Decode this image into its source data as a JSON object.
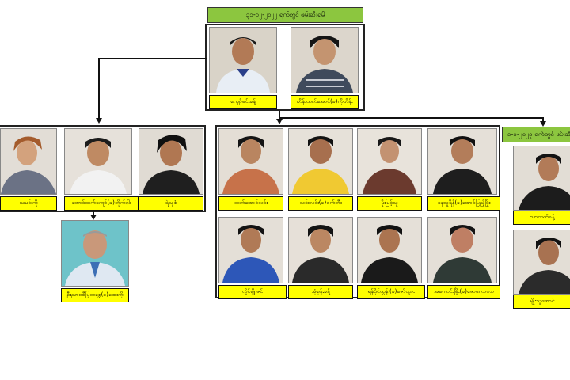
{
  "top_header": "၃၁-၁၂-၂၀၂၂ ရက်တွင် ဖမ်းဆီးရမိ",
  "right_header": "၁-၁-၂၀၂၃ ရက်တွင် ဖမ်းဆီး",
  "people": {
    "top1": "ကျော်မင်းခန့်",
    "top2": "ဟိန်းထက်အောင်(ခ)ကိုဟိန်း",
    "l1": "ယမင်းကို",
    "l2": "အောင်ထက်ကျော်(ခ)တိုက်ဂါး",
    "l3": "ရဲသူစံ",
    "l4": "ဦးညားအီပြုတစ္ဆေ(ခ)အေးကို",
    "m1": "ထက်အောင်လင်း",
    "m2": "လင်းလင်း(ခ)ဖက်တီး",
    "m3": "မိုးမြင့်သူ",
    "m4": "နေသူရိန်(ခ)အောင်ပြည့်ဖြိုး",
    "m5": "လှိုင်မျိုးဇင်",
    "m6": "အုံစုန်းခန့်",
    "m7": "ရန်ပိုင်ထွန်း(ခ)ဇော်ထွား",
    "m8": "အကောင်းမြိုး(ခ)ဇောကောကာ",
    "r1": "သာထက်ခန့်",
    "r2": "မျိုးသူအောင်"
  },
  "colors": {
    "header_bg": "#8cc63f",
    "label_bg": "#ffff00",
    "border": "#222222"
  }
}
